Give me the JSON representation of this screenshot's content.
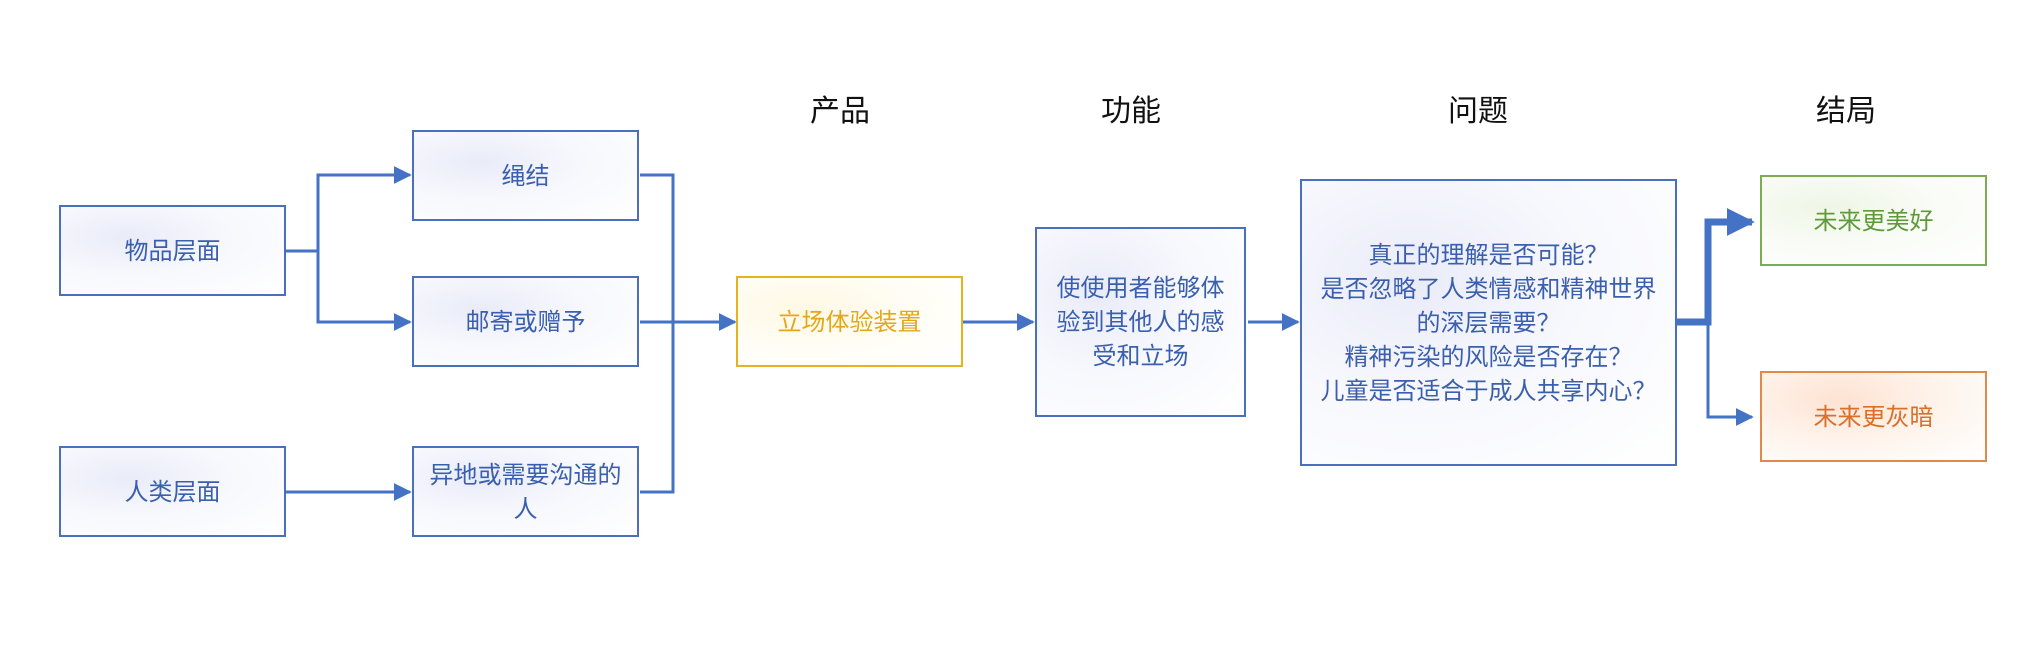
{
  "headers": {
    "product": "产品",
    "function": "功能",
    "question": "问题",
    "outcome": "结局"
  },
  "nodes": {
    "object_level": "物品层面",
    "human_level": "人类层面",
    "knot": "绳结",
    "mail_gift": "邮寄或赠予",
    "remote_people": "异地或需要沟通的人",
    "stance_device": "立场体验装置",
    "function_desc": "使使用者能够体验到其他人的感受和立场",
    "questions": [
      "真正的理解是否可能？",
      "是否忽略了人类情感和精神世界的深层需要？",
      "精神污染的风险是否存在？",
      "儿童是否适合于成人共享内心？"
    ],
    "future_better": "未来更美好",
    "future_darker": "未来更灰暗"
  },
  "colors": {
    "line": "#4472c4",
    "box_border": "#4a6fbd",
    "text_blue": "#3a5fae",
    "yellow": "#e3a81a",
    "green": "#5f9a3a",
    "orange": "#d96f2a"
  }
}
